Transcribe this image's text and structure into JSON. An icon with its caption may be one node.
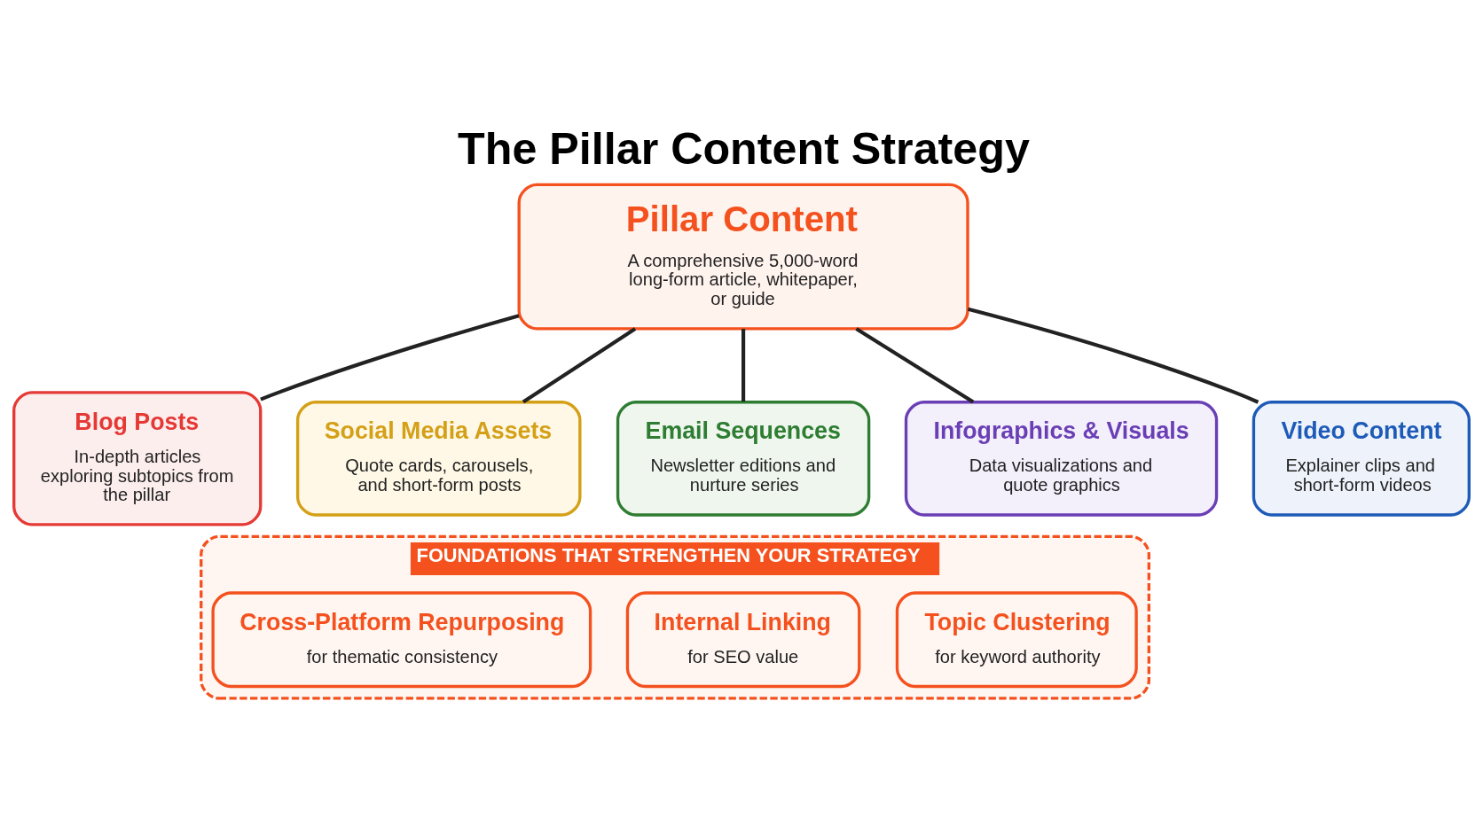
{
  "diagram": {
    "title": "The Pillar Content Strategy",
    "nodes": [
      {
        "text": [
          "Pillar Content",
          "A comprehensive 5,000-word long-form article, whitepaper, or guide"
        ]
      },
      {
        "text": [
          "Blog Posts",
          "In-depth articles exploring subtopics from the pillar"
        ]
      },
      {
        "text": [
          "Social Media Assets",
          "Quote cards, carousels, and short-form posts"
        ]
      },
      {
        "text": [
          "Email Sequences",
          "Newsletter editions and nurture series"
        ]
      },
      {
        "text": [
          "Infographics & Visuals",
          "Data visualizations and quote graphics"
        ]
      },
      {
        "text": [
          "Video Content",
          "Explainer clips and short-form videos"
        ]
      },
      {
        "text": [
          "FOUNDATIONS THAT STRENGTHEN YOUR STRATEGY"
        ]
      },
      {
        "text": [
          "Topic Clustering",
          "for keyword authority"
        ],
        "in": 6
      },
      {
        "text": [
          "Internal Linking",
          "for SEO value"
        ],
        "in": 6
      },
      {
        "text": [
          "Cross-Platform Repurposing",
          "for thematic consistency"
        ],
        "in": 6
      }
    ],
    "edges": [
      {
        "from": 0,
        "to": 1,
        "arrow": "none"
      },
      {
        "from": 0,
        "to": 2,
        "arrow": "none"
      },
      {
        "from": 0,
        "to": 3,
        "arrow": "none"
      },
      {
        "from": 0,
        "to": 4,
        "arrow": "none"
      },
      {
        "from": 0,
        "to": 5,
        "arrow": "none"
      }
    ]
  }
}
